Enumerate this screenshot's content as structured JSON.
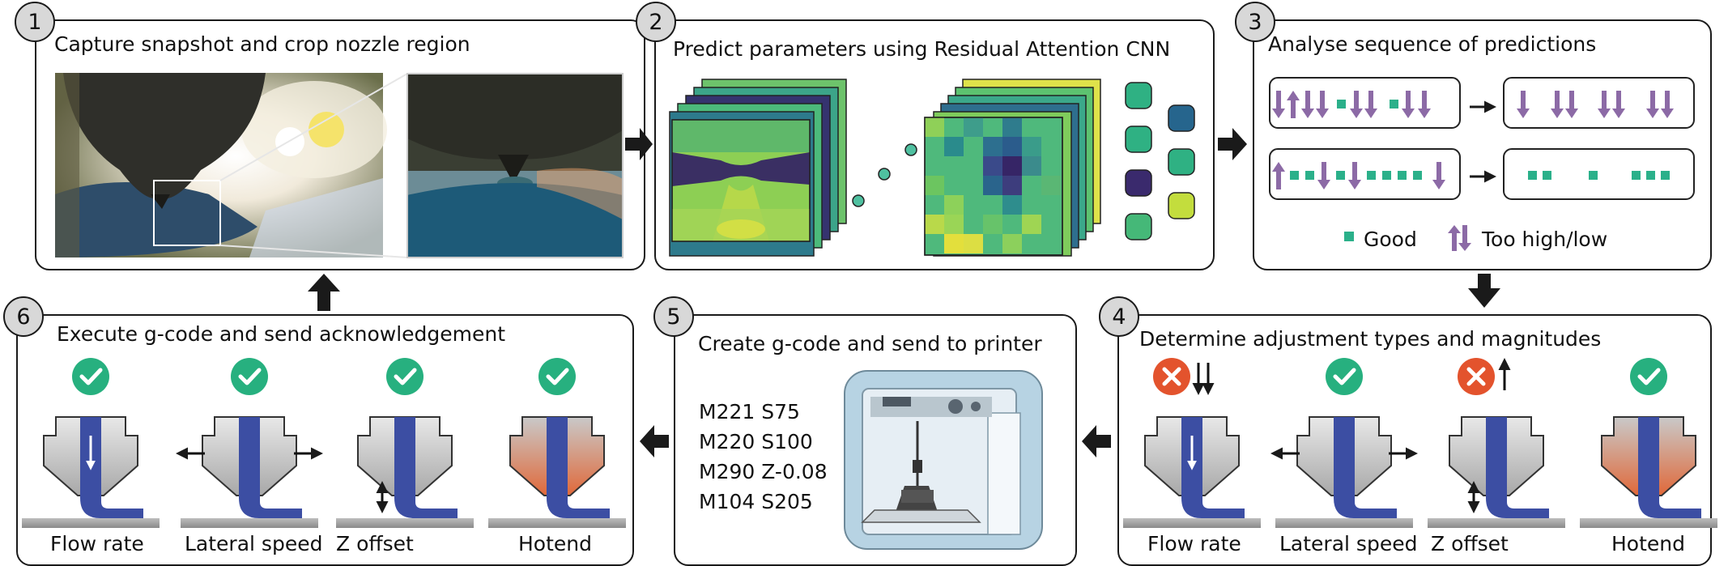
{
  "panels": {
    "p1": {
      "number": "1",
      "title": "Capture snapshot and crop nozzle region"
    },
    "p2": {
      "number": "2",
      "title": "Predict parameters using Residual Attention CNN"
    },
    "p3": {
      "number": "3",
      "title": "Analyse sequence of predictions"
    },
    "p4": {
      "number": "4",
      "title": "Determine adjustment types and magnitudes"
    },
    "p5": {
      "number": "5",
      "title": "Create g-code and send to printer"
    },
    "p6": {
      "number": "6",
      "title": "Execute g-code and send acknowledgement"
    }
  },
  "legend": {
    "good": "Good",
    "too_high_low": "Too high/low"
  },
  "gcode": [
    "M221 S75",
    "M220 S100",
    "M290 Z-0.08",
    "M104 S205"
  ],
  "nozzle_labels": [
    "Flow rate",
    "Lateral speed",
    "Z offset",
    "Hotend"
  ],
  "colors": {
    "good": "#2bb08a",
    "bad": "#8c6aa6",
    "check": "#27b07f",
    "cross": "#e3532d",
    "nozzle_blue": "#3c4ea3",
    "hot": "#e06a3a"
  }
}
